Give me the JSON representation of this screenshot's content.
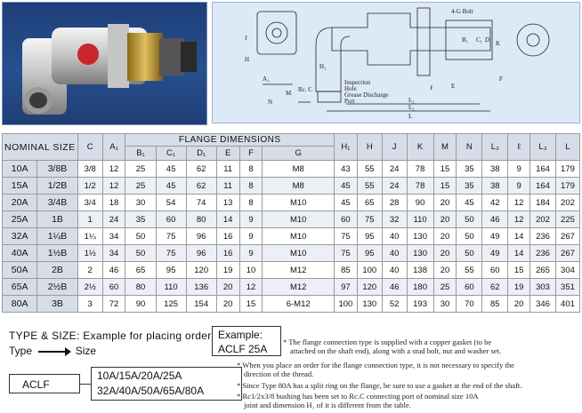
{
  "drawing_labels": {
    "bolt": "4-G Bolt",
    "rc": "Rc. C",
    "inspection": "Inspection",
    "hole": "Hole",
    "grease": "Grease Discharge",
    "port": "Port",
    "dims": [
      "A₁",
      "H",
      "J",
      "H₁",
      "K",
      "C₁",
      "D₁",
      "B₁",
      "ℓ",
      "E",
      "F",
      "L₂",
      "L₃",
      "L",
      "M",
      "N"
    ]
  },
  "table": {
    "nominal_header": "NOMINAL SIZE",
    "group_header": "FLANGE DIMENSIONS",
    "columns": [
      "C",
      "A₁",
      "B₁",
      "C₁",
      "D₁",
      "E",
      "F",
      "G",
      "H₁",
      "H",
      "J",
      "K",
      "M",
      "N",
      "L₂",
      "ℓ",
      "L₃",
      "L"
    ],
    "rows": [
      {
        "a": "10A",
        "b": "3/8B",
        "v": [
          "3/8",
          "12",
          "25",
          "45",
          "62",
          "11",
          "8",
          "M8",
          "43",
          "55",
          "24",
          "78",
          "15",
          "35",
          "38",
          "9",
          "164",
          "179"
        ]
      },
      {
        "a": "15A",
        "b": "1/2B",
        "v": [
          "1/2",
          "12",
          "25",
          "45",
          "62",
          "11",
          "8",
          "M8",
          "45",
          "55",
          "24",
          "78",
          "15",
          "35",
          "38",
          "9",
          "164",
          "179"
        ]
      },
      {
        "a": "20A",
        "b": "3/4B",
        "v": [
          "3/4",
          "18",
          "30",
          "54",
          "74",
          "13",
          "8",
          "M10",
          "45",
          "65",
          "28",
          "90",
          "20",
          "45",
          "42",
          "12",
          "184",
          "202"
        ]
      },
      {
        "a": "25A",
        "b": "1B",
        "v": [
          "1",
          "24",
          "35",
          "60",
          "80",
          "14",
          "9",
          "M10",
          "60",
          "75",
          "32",
          "110",
          "20",
          "50",
          "46",
          "12",
          "202",
          "225"
        ]
      },
      {
        "a": "32A",
        "b": "1¼B",
        "v": [
          "1¼",
          "34",
          "50",
          "75",
          "96",
          "16",
          "9",
          "M10",
          "75",
          "95",
          "40",
          "130",
          "20",
          "50",
          "49",
          "14",
          "236",
          "267"
        ]
      },
      {
        "a": "40A",
        "b": "1½B",
        "v": [
          "1½",
          "34",
          "50",
          "75",
          "96",
          "16",
          "9",
          "M10",
          "75",
          "95",
          "40",
          "130",
          "20",
          "50",
          "49",
          "14",
          "236",
          "267"
        ]
      },
      {
        "a": "50A",
        "b": "2B",
        "v": [
          "2",
          "46",
          "65",
          "95",
          "120",
          "19",
          "10",
          "M12",
          "85",
          "100",
          "40",
          "138",
          "20",
          "55",
          "60",
          "15",
          "265",
          "304"
        ]
      },
      {
        "a": "65A",
        "b": "2½B",
        "v": [
          "2½",
          "60",
          "80",
          "110",
          "136",
          "20",
          "12",
          "M12",
          "97",
          "120",
          "46",
          "180",
          "25",
          "60",
          "62",
          "19",
          "303",
          "351"
        ]
      },
      {
        "a": "80A",
        "b": "3B",
        "v": [
          "3",
          "72",
          "90",
          "125",
          "154",
          "20",
          "15",
          "6-M12",
          "100",
          "130",
          "52",
          "193",
          "30",
          "70",
          "85",
          "20",
          "346",
          "401"
        ]
      }
    ]
  },
  "order": {
    "heading": "TYPE & SIZE: Example for placing order",
    "type_label": "Type",
    "size_label": "Size",
    "example_label": "Example:",
    "example_value": "ACLF 25A",
    "type_code": "ACLF",
    "sizes_line1": "10A/15A/20A/25A",
    "sizes_line2": "32A/40A/50A/65A/80A"
  },
  "notes": {
    "n1_line1": "* The flange connection type is supplied with a copper gasket (to be",
    "n1_line2": "attached on the shaft end), along with a stud bolt, nut and washer set.",
    "n2_line1": "* When you place an order for the flange connection type, it is not necessary to specify the",
    "n2_line2": "direction of the thread.",
    "n3": "* Since Type 80A has a split ring on the flange, be sure to use a gasket at the end of the shaft.",
    "n4_line1": "* Rc1/2x3/8 bushing has been set to Rc.C connecting port of nominal size 10A",
    "n4_line2": "joint and dimension H₁ of it is  different from the table."
  }
}
